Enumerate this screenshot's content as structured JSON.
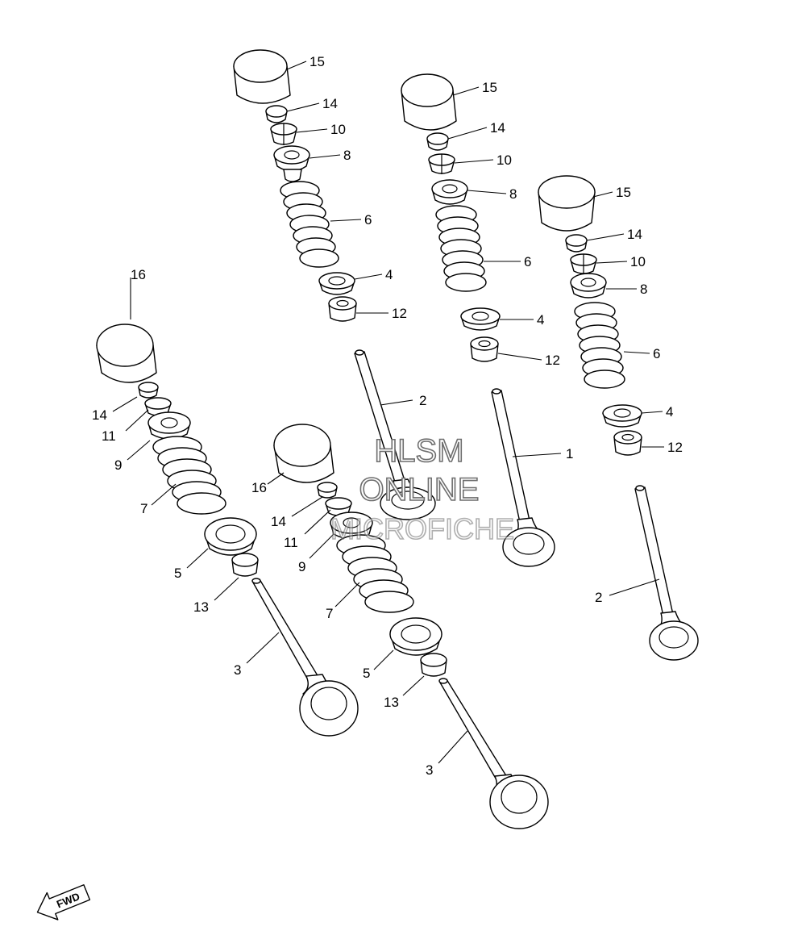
{
  "diagram": {
    "watermark": [
      "HLSM",
      "ONLINE",
      "MICROFICHE"
    ],
    "direction_label": "FWD",
    "callouts": [
      {
        "id": "c15a",
        "text": "15"
      },
      {
        "id": "c14a",
        "text": "14"
      },
      {
        "id": "c10a",
        "text": "10"
      },
      {
        "id": "c8a",
        "text": "8"
      },
      {
        "id": "c6a",
        "text": "6"
      },
      {
        "id": "c4a",
        "text": "4"
      },
      {
        "id": "c12a",
        "text": "12"
      },
      {
        "id": "c15b",
        "text": "15"
      },
      {
        "id": "c14b",
        "text": "14"
      },
      {
        "id": "c10b",
        "text": "10"
      },
      {
        "id": "c8b",
        "text": "8"
      },
      {
        "id": "c6b",
        "text": "6"
      },
      {
        "id": "c4b",
        "text": "4"
      },
      {
        "id": "c12b",
        "text": "12"
      },
      {
        "id": "c15c",
        "text": "15"
      },
      {
        "id": "c14c",
        "text": "14"
      },
      {
        "id": "c10c",
        "text": "10"
      },
      {
        "id": "c8c",
        "text": "8"
      },
      {
        "id": "c6c",
        "text": "6"
      },
      {
        "id": "c4c",
        "text": "4"
      },
      {
        "id": "c12c",
        "text": "12"
      },
      {
        "id": "c16a",
        "text": "16"
      },
      {
        "id": "c14d",
        "text": "14"
      },
      {
        "id": "c11a",
        "text": "11"
      },
      {
        "id": "c9a",
        "text": "9"
      },
      {
        "id": "c7a",
        "text": "7"
      },
      {
        "id": "c5a",
        "text": "5"
      },
      {
        "id": "c13a",
        "text": "13"
      },
      {
        "id": "c3a",
        "text": "3"
      },
      {
        "id": "c16b",
        "text": "16"
      },
      {
        "id": "c14e",
        "text": "14"
      },
      {
        "id": "c11b",
        "text": "11"
      },
      {
        "id": "c9b",
        "text": "9"
      },
      {
        "id": "c7b",
        "text": "7"
      },
      {
        "id": "c5b",
        "text": "5"
      },
      {
        "id": "c13b",
        "text": "13"
      },
      {
        "id": "c3b",
        "text": "3"
      },
      {
        "id": "c2a",
        "text": "2"
      },
      {
        "id": "c1a",
        "text": "1"
      },
      {
        "id": "c2b",
        "text": "2"
      }
    ]
  }
}
